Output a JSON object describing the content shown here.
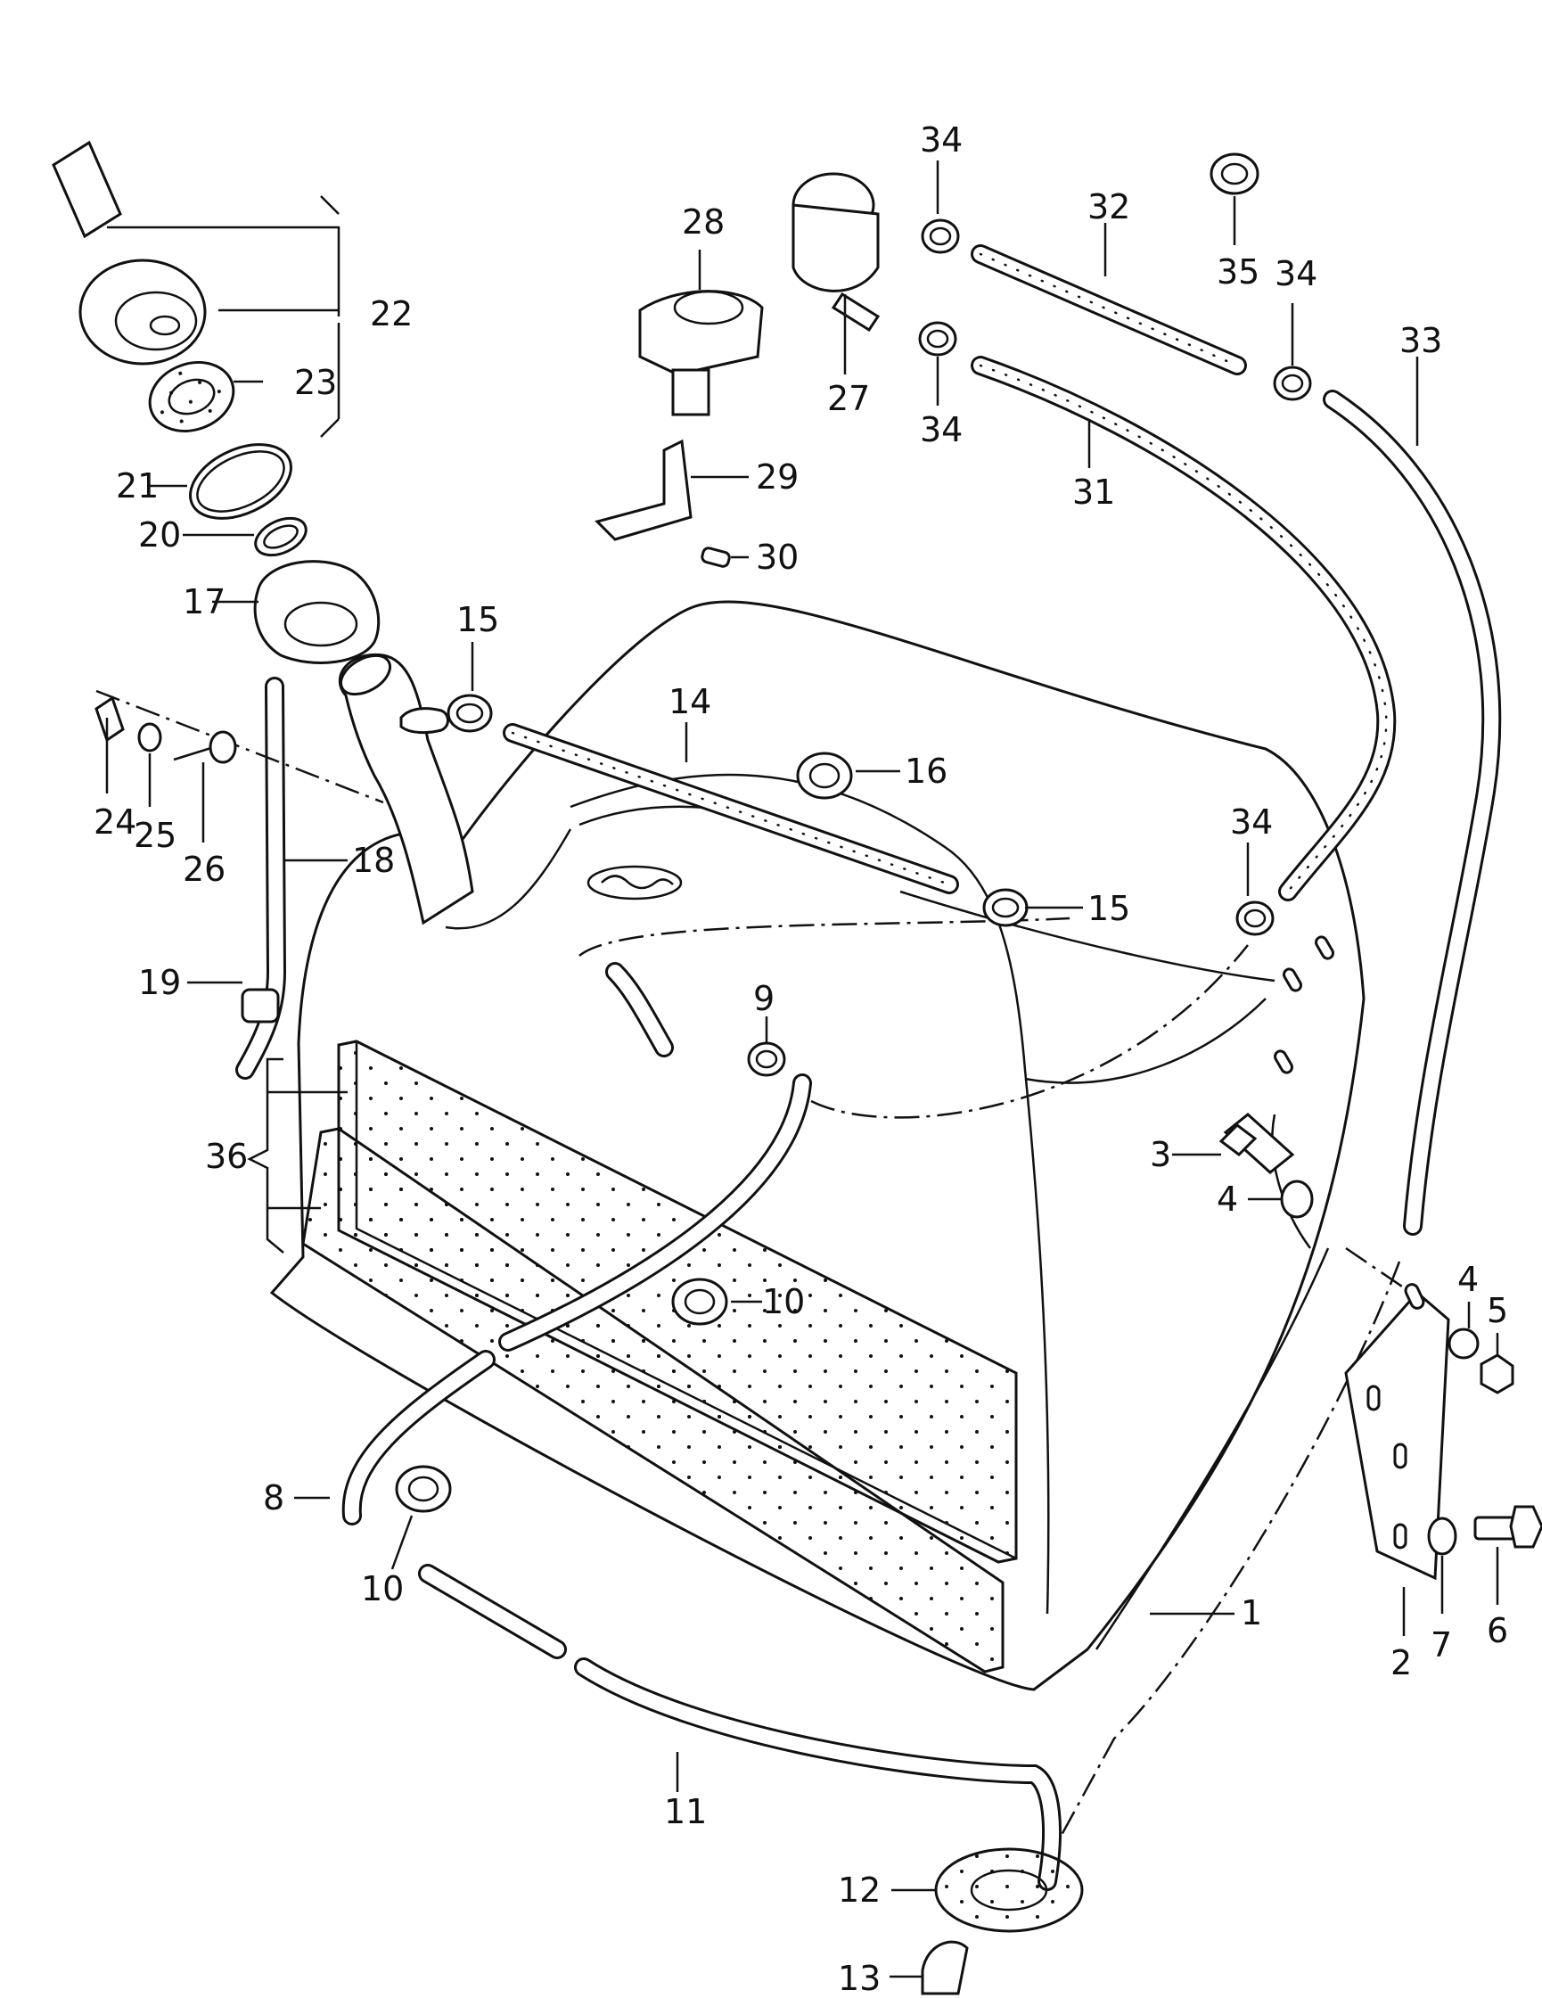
{
  "callouts": [
    {
      "id": "c1",
      "label": "1"
    },
    {
      "id": "c2",
      "label": "2"
    },
    {
      "id": "c3",
      "label": "3"
    },
    {
      "id": "c4a",
      "label": "4"
    },
    {
      "id": "c4b",
      "label": "4"
    },
    {
      "id": "c5",
      "label": "5"
    },
    {
      "id": "c6",
      "label": "6"
    },
    {
      "id": "c7",
      "label": "7"
    },
    {
      "id": "c8",
      "label": "8"
    },
    {
      "id": "c9",
      "label": "9"
    },
    {
      "id": "c10a",
      "label": "10"
    },
    {
      "id": "c10b",
      "label": "10"
    },
    {
      "id": "c11",
      "label": "11"
    },
    {
      "id": "c12",
      "label": "12"
    },
    {
      "id": "c13",
      "label": "13"
    },
    {
      "id": "c14",
      "label": "14"
    },
    {
      "id": "c15a",
      "label": "15"
    },
    {
      "id": "c15b",
      "label": "15"
    },
    {
      "id": "c16",
      "label": "16"
    },
    {
      "id": "c17",
      "label": "17"
    },
    {
      "id": "c18",
      "label": "18"
    },
    {
      "id": "c19",
      "label": "19"
    },
    {
      "id": "c20",
      "label": "20"
    },
    {
      "id": "c21",
      "label": "21"
    },
    {
      "id": "c22",
      "label": "22"
    },
    {
      "id": "c23",
      "label": "23"
    },
    {
      "id": "c24",
      "label": "24"
    },
    {
      "id": "c25",
      "label": "25"
    },
    {
      "id": "c26",
      "label": "26"
    },
    {
      "id": "c27",
      "label": "27"
    },
    {
      "id": "c28",
      "label": "28"
    },
    {
      "id": "c29",
      "label": "29"
    },
    {
      "id": "c30",
      "label": "30"
    },
    {
      "id": "c31",
      "label": "31"
    },
    {
      "id": "c32",
      "label": "32"
    },
    {
      "id": "c33",
      "label": "33"
    },
    {
      "id": "c34a",
      "label": "34"
    },
    {
      "id": "c34b",
      "label": "34"
    },
    {
      "id": "c34c",
      "label": "34"
    },
    {
      "id": "c34d",
      "label": "34"
    },
    {
      "id": "c35",
      "label": "35"
    },
    {
      "id": "c36",
      "label": "36"
    }
  ]
}
